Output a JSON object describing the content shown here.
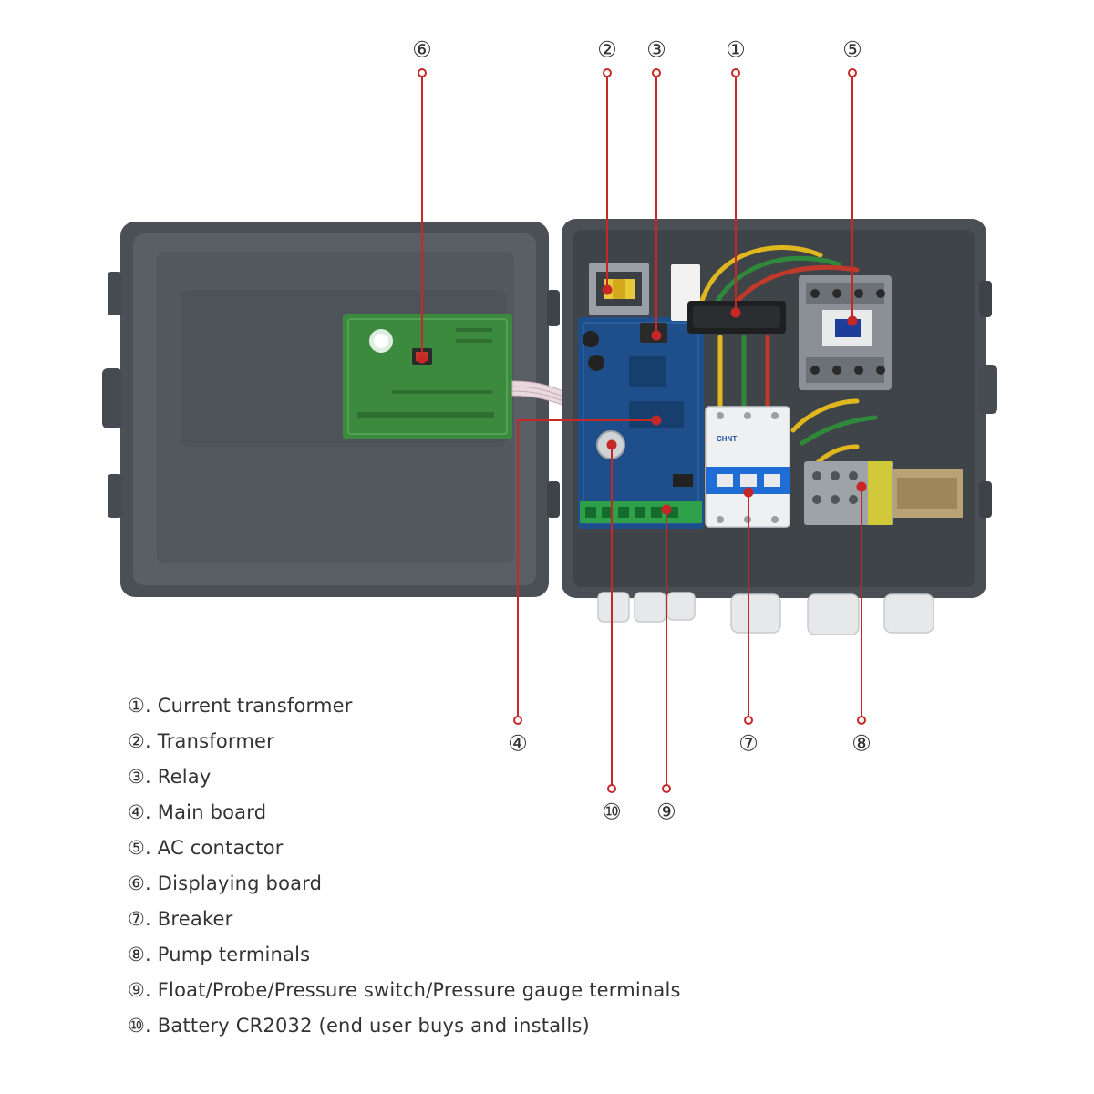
{
  "callouts": [
    {
      "id": "1",
      "marker": "①"
    },
    {
      "id": "2",
      "marker": "②"
    },
    {
      "id": "3",
      "marker": "③"
    },
    {
      "id": "4",
      "marker": "④"
    },
    {
      "id": "5",
      "marker": "⑤"
    },
    {
      "id": "6",
      "marker": "⑥"
    },
    {
      "id": "7",
      "marker": "⑦"
    },
    {
      "id": "8",
      "marker": "⑧"
    },
    {
      "id": "9",
      "marker": "⑨"
    },
    {
      "id": "10",
      "marker": "⑩"
    }
  ],
  "legend": [
    "①. Current transformer",
    "②. Transformer",
    "③. Relay",
    "④. Main board",
    "⑤. AC contactor",
    "⑥. Displaying board",
    "⑦. Breaker",
    "⑧. Pump terminals",
    "⑨. Float/Probe/Pressure switch/Pressure gauge terminals",
    "⑩. Battery CR2032 (end user buys and installs)"
  ],
  "breaker_brand": "CHNT",
  "colors": {
    "callout_line": "#c62828",
    "enclosure": "#4a4f55",
    "pcb": "#1f4f8a",
    "display_pcb": "#3c8a3e"
  }
}
